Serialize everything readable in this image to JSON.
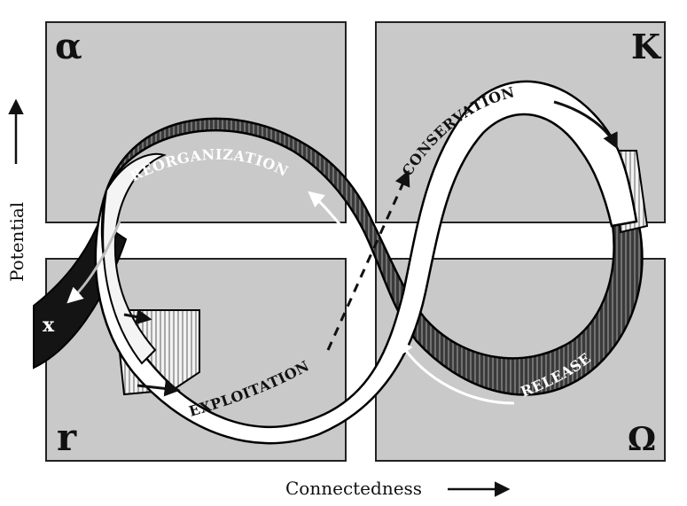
{
  "corners": {
    "top_left": "α",
    "top_right": "K",
    "bottom_left": "r",
    "bottom_right": "Ω"
  },
  "phases": {
    "reorganization": "REORGANIZATION",
    "conservation": "CONSERVATION",
    "exploitation": "EXPLOITATION",
    "release": "RELEASE"
  },
  "exit_label": "x",
  "axes": {
    "y_label": "Potential",
    "x_label": "Connectedness"
  }
}
